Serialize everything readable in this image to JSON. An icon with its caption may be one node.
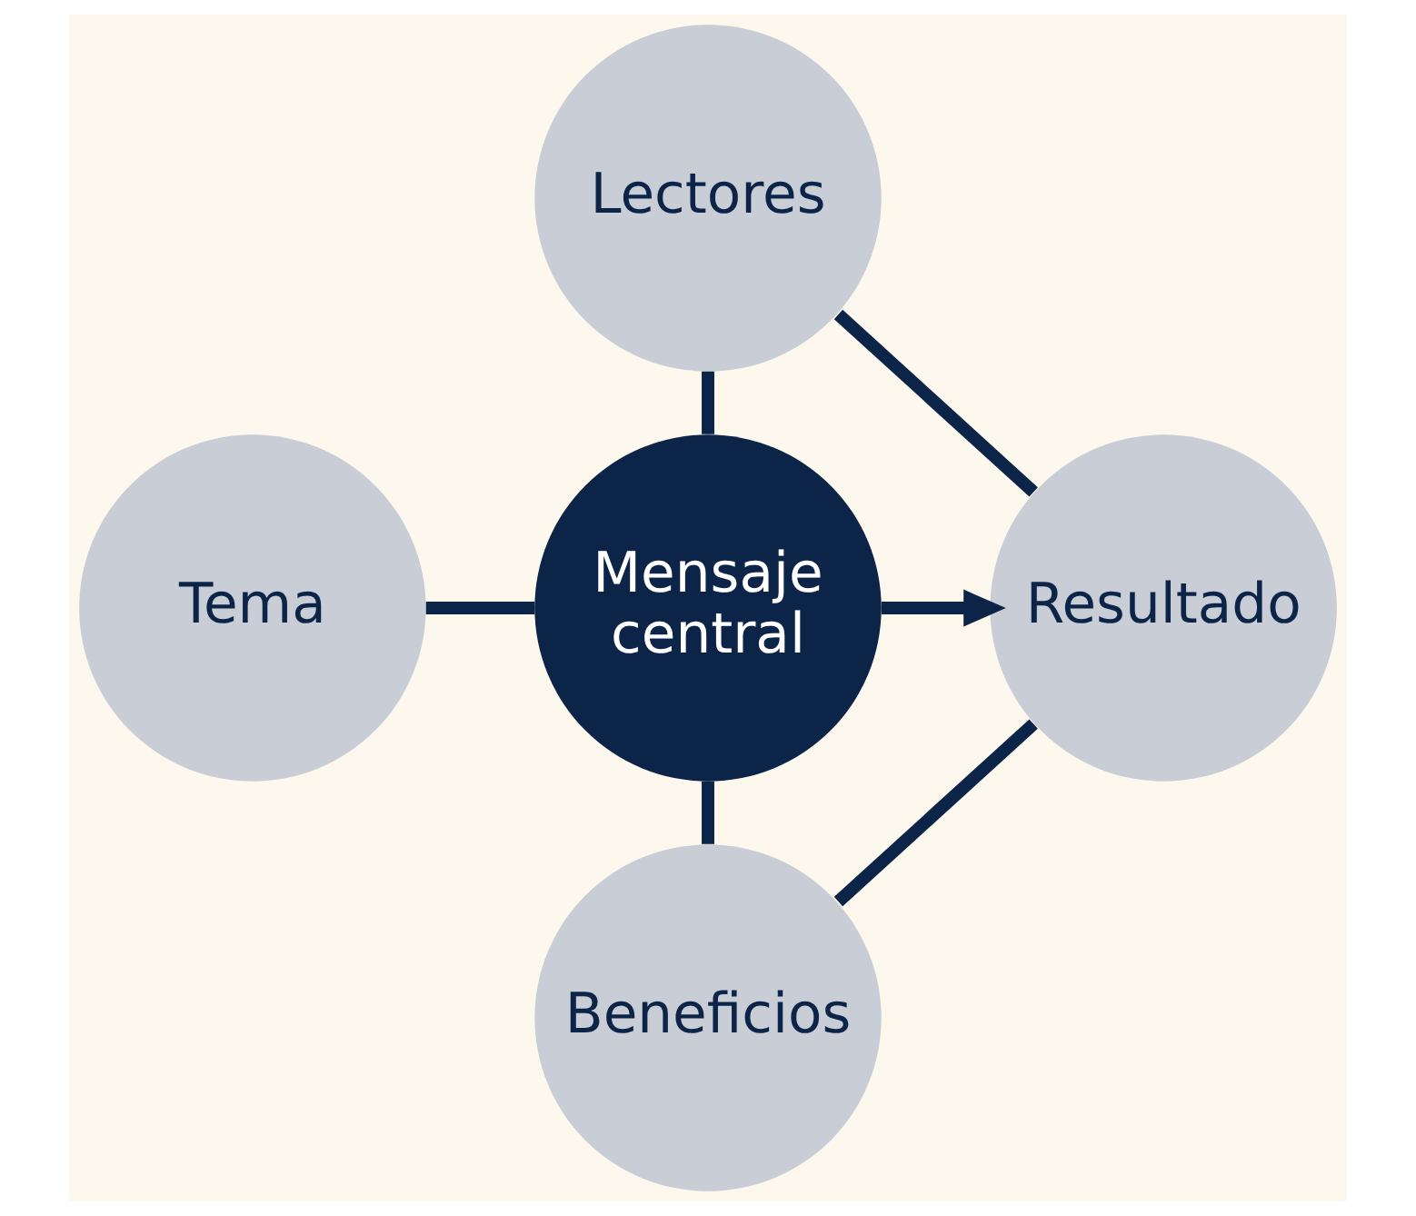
{
  "diagram": {
    "nodes": [
      {
        "text": [
          "Lectores"
        ]
      },
      {
        "text": [
          "Tema"
        ]
      },
      {
        "text": [
          "Mensaje central"
        ]
      },
      {
        "text": [
          "Resultado"
        ]
      },
      {
        "text": [
          "Beneficios"
        ]
      }
    ],
    "edges": [
      {
        "from": 0,
        "to": 2,
        "arrow": "none"
      },
      {
        "from": 1,
        "to": 2,
        "arrow": "none"
      },
      {
        "from": 2,
        "to": 3,
        "arrow": "to"
      },
      {
        "from": 2,
        "to": 4,
        "arrow": "none"
      },
      {
        "from": 0,
        "to": 3,
        "arrow": "none"
      },
      {
        "from": 4,
        "to": 3,
        "arrow": "none"
      }
    ]
  }
}
